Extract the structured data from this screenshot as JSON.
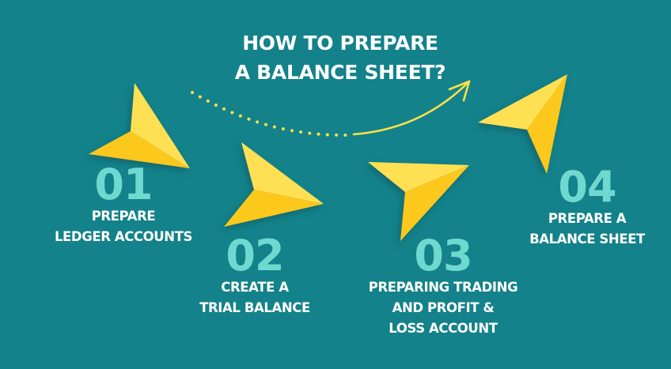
{
  "colors": {
    "background": "#13828a",
    "number": "#6fd9cf",
    "label": "#ffffff",
    "arrow_light": "#ffe052",
    "arrow_dark": "#fcc81e",
    "path": "#fbe04a"
  },
  "title": {
    "line1": "HOW TO PREPARE",
    "line2": "A BALANCE SHEET?"
  },
  "connector": {
    "style": "dotted-then-solid curve ending in arrowhead",
    "icon": "curved-arrow-icon"
  },
  "steps": [
    {
      "number": "01",
      "lines": [
        "PREPARE",
        "LEDGER ACCOUNTS"
      ],
      "icon": "paper-plane-arrow-icon"
    },
    {
      "number": "02",
      "lines": [
        "CREATE A",
        "TRIAL BALANCE"
      ],
      "icon": "paper-plane-arrow-icon"
    },
    {
      "number": "03",
      "lines": [
        "PREPARING TRADING",
        "AND PROFIT &",
        "LOSS ACCOUNT"
      ],
      "icon": "paper-plane-arrow-icon"
    },
    {
      "number": "04",
      "lines": [
        "PREPARE A",
        "BALANCE SHEET"
      ],
      "icon": "paper-plane-arrow-icon"
    }
  ]
}
